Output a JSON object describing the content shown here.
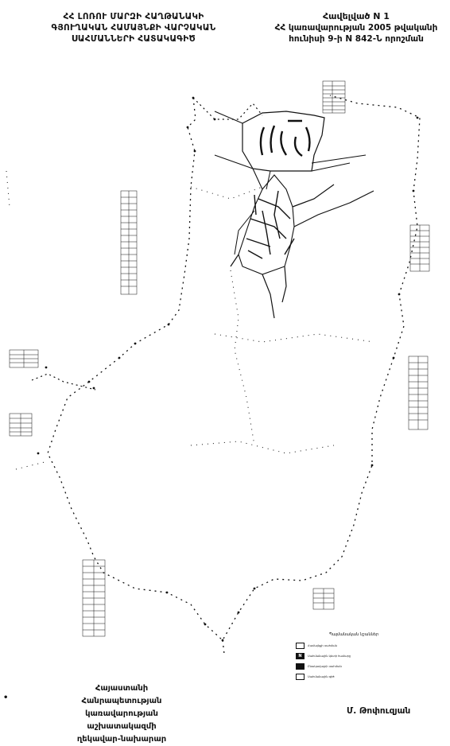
{
  "header_left": {
    "line1": "ՀՀ ԼՈՌՈՒ ՄԱՐԶԻ ՀԱՂԹԱՆԱԿԻ",
    "line2": "ԳՅՈՒՂԱԿԱՆ ՀԱՄԱՅՆՔԻ ՎԱՐՉԱԿԱՆ",
    "line3": "ՍԱՀՄԱՆՆԵՐԻ ՀԱՏԱԿԱԳԻԾ"
  },
  "header_right": {
    "line1": "Հավելված N 1",
    "line2": "ՀՀ կառավարության 2005 թվականի",
    "line3": "հունիսի 9-ի N 842-Ն որոշման"
  },
  "footer_left": {
    "line1": "Հայաստանի Հանրապետության",
    "line2": "կառավարության աշխատակազմի",
    "line3": "ղեկավար-նախարար"
  },
  "footer_mark": "•",
  "signature": "Մ. Թոփուզյան",
  "legend": {
    "title": "Պայմանական նշաններ",
    "items": [
      {
        "symbol": "",
        "label": "Համայնքի սահման"
      },
      {
        "symbol": "N",
        "label": "Սահմանային կետի համարը"
      },
      {
        "symbol": "",
        "label": "Բնակավայրի սահման"
      },
      {
        "symbol": "",
        "label": "Սահմանային գիծ"
      }
    ]
  },
  "colors": {
    "ink": "#111111",
    "paper": "#ffffff"
  }
}
